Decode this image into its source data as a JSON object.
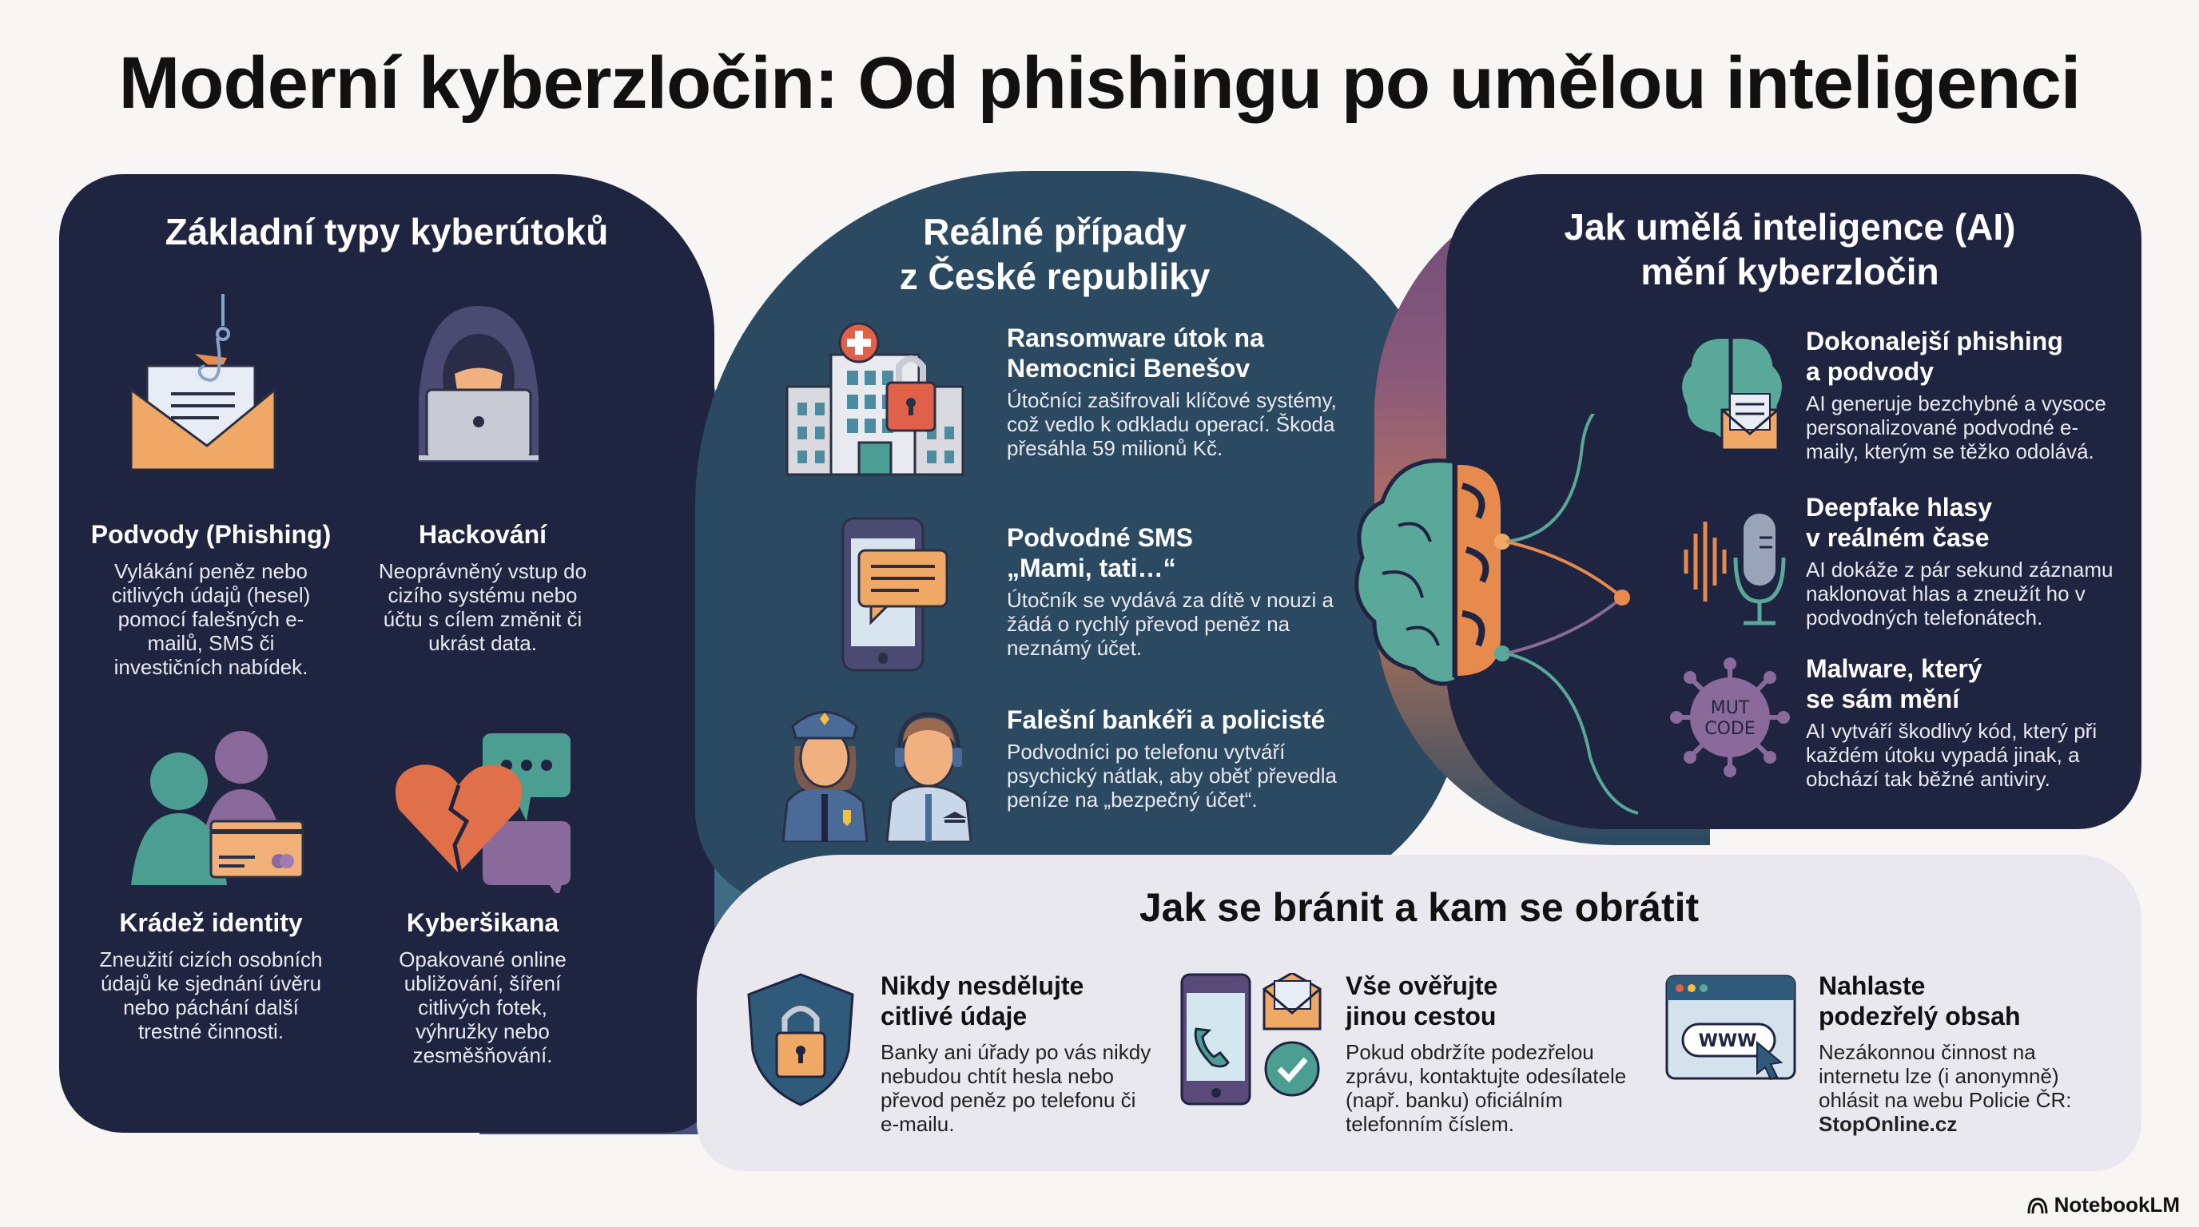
{
  "title": "Moderní kyberzločin: Od phishingu po umělou inteligenci",
  "colors": {
    "navy": "#1f2540",
    "teal_panel": "#2b4a62",
    "light_panel": "#e9e8ef",
    "orange": "#e78a4e",
    "teal": "#4d9e92",
    "purple": "#8a6a9a"
  },
  "types": {
    "heading": "Základní typy kyberútoků",
    "items": [
      {
        "icon": "phishing-envelope-hook-icon",
        "title": "Podvody (Phishing)",
        "desc": "Vylákání peněz nebo citlivých údajů (hesel) pomocí falešných e-mailů, SMS či investičních nabídek."
      },
      {
        "icon": "hooded-hacker-laptop-icon",
        "title": "Hackování",
        "desc": "Neoprávněný vstup do cizího systému nebo účtu s cílem změnit či ukrást data."
      },
      {
        "icon": "identity-theft-card-icon",
        "title": "Krádež identity",
        "desc": "Zneužití cizích osobních údajů ke sjednání úvěru nebo páchání další trestné činnosti."
      },
      {
        "icon": "broken-heart-chat-icon",
        "title": "Kyberšikana",
        "desc": "Opakované online ubližování, šíření citlivých fotek, výhružky nebo zesměšňování."
      }
    ]
  },
  "cases": {
    "heading_line1": "Reálné případy",
    "heading_line2": "z České republiky",
    "items": [
      {
        "icon": "hospital-lock-icon",
        "title_line1": "Ransomware útok na",
        "title_line2": "Nemocnici Benešov",
        "desc": "Útočníci zašifrovali klíčové systémy, což vedlo k odkladu operací. Škoda přesáhla 59 milionů Kč."
      },
      {
        "icon": "phone-sms-icon",
        "title_line1": "Podvodné SMS",
        "title_line2": "„Mami, tati…“",
        "desc": "Útočník se vydává za dítě v nouzi a žádá o rychlý převod peněz na neznámý účet."
      },
      {
        "icon": "police-banker-icon",
        "title_line1": "Falešní bankéři a policisté",
        "title_line2": "",
        "desc": "Podvodníci po telefonu vytváří psychický nátlak, aby oběť převedla peníze na „bezpečný účet“."
      }
    ]
  },
  "ai": {
    "heading_line1": "Jak umělá inteligence (AI)",
    "heading_line2": "mění kyberzločin",
    "items": [
      {
        "icon": "brain-envelope-icon",
        "title_line1": "Dokonalejší phishing",
        "title_line2": "a podvody",
        "desc": "AI generuje bezchybné a vysoce personalizované podvodné e-maily, kterým se těžko odolává."
      },
      {
        "icon": "microphone-waveform-icon",
        "title_line1": "Deepfake hlasy",
        "title_line2": "v reálném čase",
        "desc": "AI dokáže z pár sekund záznamu naklonovat hlas a zneužít ho v podvodných telefonátech."
      },
      {
        "icon": "mutating-virus-icon",
        "title_line1": "Malware, který",
        "title_line2": "se sám mění",
        "desc": "AI vytváří škodlivý kód, který při každém útoku vypadá jinak, a obchází tak běžné antiviry.",
        "virus_label_1": "MUT",
        "virus_label_2": "CODE"
      }
    ]
  },
  "defense": {
    "heading": "Jak se bránit a kam se obrátit",
    "items": [
      {
        "icon": "shield-lock-icon",
        "title_line1": "Nikdy nesdělujte",
        "title_line2": "citlivé údaje",
        "desc": "Banky ani úřady po vás nikdy nebudou chtít hesla nebo převod peněz po telefonu či e-mailu."
      },
      {
        "icon": "phone-envelope-check-icon",
        "title_line1": "Vše ověřujte",
        "title_line2": "jinou cestou",
        "desc": "Pokud obdržíte podezřelou zprávu, kontaktujte odesílatele (např. banku) oficiálním telefonním číslem."
      },
      {
        "icon": "browser-www-icon",
        "title_line1": "Nahlaste",
        "title_line2": "podezřelý obsah",
        "desc": "Nezákonnou činnost na internetu lze (i anonymně) ohlásit na webu Policie ČR:",
        "link": "StopOnline.cz",
        "www_label": "WWW"
      }
    ]
  },
  "footer": {
    "brand": "NotebookLM"
  }
}
